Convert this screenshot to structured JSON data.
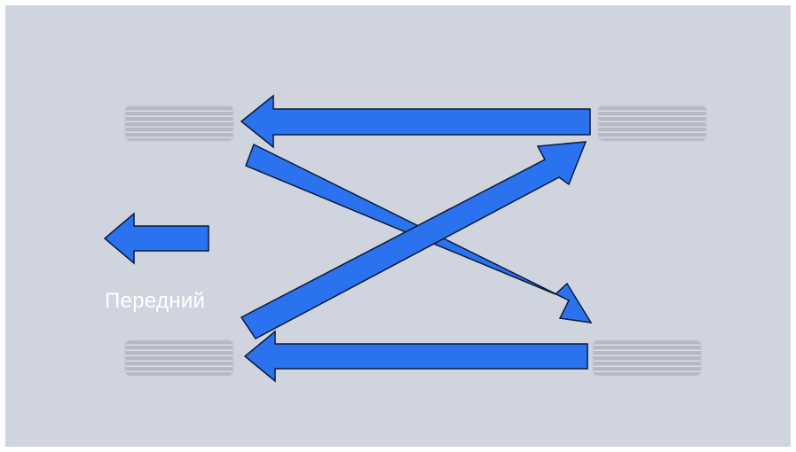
{
  "diagram": {
    "front_label": "Передний",
    "colors": {
      "background": "#cfd4df",
      "arrow_fill": "#2b73ee",
      "arrow_stroke": "#0b1a3a",
      "tire": "#b4b9c4",
      "tire_groove": "#e4e7ed"
    },
    "tires": [
      {
        "id": "front-left"
      },
      {
        "id": "rear-left"
      },
      {
        "id": "front-right"
      },
      {
        "id": "rear-right"
      }
    ],
    "arrows": [
      {
        "from": "rear-left",
        "to": "front-left"
      },
      {
        "from": "front-left",
        "to": "rear-right"
      },
      {
        "from": "rear-right",
        "to": "front-right"
      },
      {
        "from": "front-right",
        "to": "rear-left"
      }
    ],
    "direction_arrow": "front-direction"
  }
}
